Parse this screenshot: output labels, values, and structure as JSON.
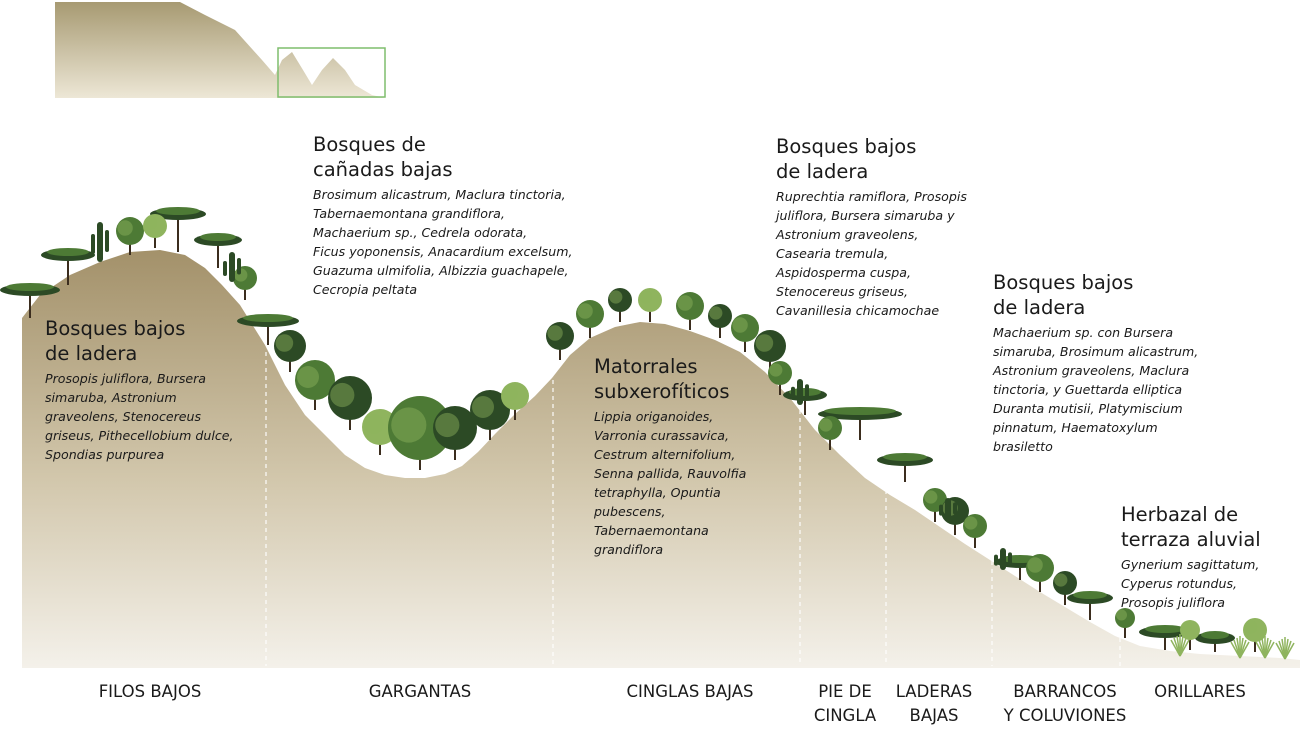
{
  "colors": {
    "terrain_top": "#a3916a",
    "terrain_bottom": "#f4f1ea",
    "inset_top": "#a79a72",
    "inset_frame": "#7fbd6d",
    "tree_dark": "#2c4a25",
    "tree_mid": "#4d7a35",
    "tree_light": "#8fb45e",
    "trunk": "#3b2d1e"
  },
  "blocks": [
    {
      "title": "Bosques bajos\nde ladera",
      "species": "Prosopis juliflora, Bursera\nsimaruba, Astronium\ngraveolens, Stenocereus\ngriseus, Pithecellobium dulce,\nSpondias purpurea"
    },
    {
      "title": "Bosques de\ncañadas bajas",
      "species": "Brosimum alicastrum, Maclura tinctoria,\nTabernaemontana grandiflora,\nMachaerium sp., Cedrela odorata,\nFicus yoponensis, Anacardium excelsum,\nGuazuma ulmifolia, Albizzia guachapele,\nCecropia peltata"
    },
    {
      "title": "Matorrales\nsubxerofíticos",
      "species": "Lippia origanoides,\nVarronia curassavica,\nCestrum alternifolium,\nSenna pallida, Rauvolfia\ntetraphylla, Opuntia\npubescens,\nTabernaemontana\ngrandiflora"
    },
    {
      "title": "Bosques bajos\nde ladera",
      "species": "Ruprechtia ramiflora, Prosopis\njuliflora, Bursera simaruba y\nAstronium graveolens,\nCasearia tremula,\nAspidosperma cuspa,\nStenocereus griseus,\nCavanillesia chicamochae"
    },
    {
      "title": "Bosques bajos\nde ladera",
      "species": "Machaerium sp. con Bursera\nsimaruba, Brosimum alicastrum,\nAstronium graveolens, Maclura\ntinctoria, y Guettarda elliptica\nDuranta mutisii, Platymiscium\npinnatum, Haematoxylum\nbrasiletto"
    },
    {
      "title": "Herbazal de\nterraza aluvial",
      "species": "Gynerium sagittatum,\nCyperus rotundus,\nProsopis juliflora"
    }
  ],
  "zones": [
    "FILOS BAJOS",
    "GARGANTAS",
    "CINGLAS BAJAS",
    "PIE DE\nCINGLA",
    "LADERAS\nBAJAS",
    "BARRANCOS\nY COLUVIONES",
    "ORILLARES"
  ]
}
